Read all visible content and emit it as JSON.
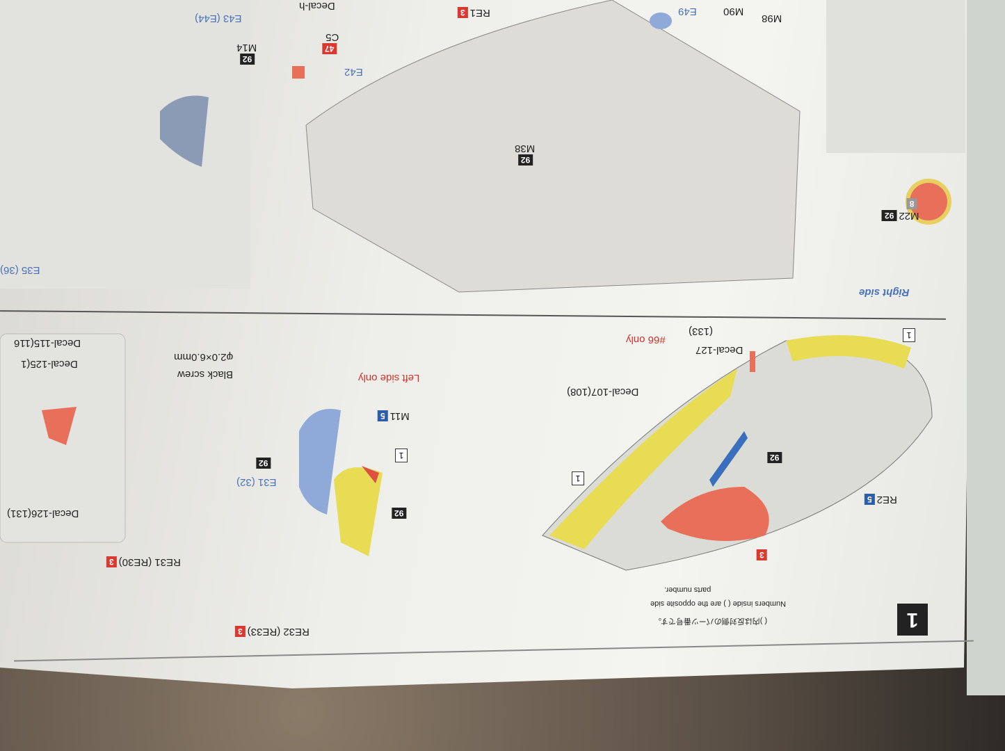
{
  "top_section": {
    "e43": "E43 (E44)",
    "m14": "M14",
    "m14_num": "92",
    "decal_h": "Decal-h",
    "c5": "C5",
    "c5_num": "47",
    "e42": "E42",
    "re1": "RE1",
    "re1_num": "3",
    "m98": "M98",
    "m90": "M90",
    "e49": "E49",
    "m38": "M38",
    "m38_num": "92",
    "m22": "M22",
    "m22_num": "92",
    "m22_sub": "8",
    "e35": "E35 (36)",
    "right_side": "Right side"
  },
  "step1": {
    "step_number": "1",
    "note_jp": "( )内は反対側のパーツ番号です。",
    "note_en1": "Numbers inside ( ) are the opposite side",
    "note_en2": "parts number.",
    "box1": "1",
    "only66": "#66 only",
    "decal127": "Decal-127",
    "decal127_alt": "(133)",
    "decal107": "Decal-107(108)",
    "num92_a": "92",
    "box1_b": "1",
    "re2": "RE2",
    "re2_num": "5",
    "num3": "3"
  },
  "step_left": {
    "black_screw": "Black screw",
    "screw_size": "φ2.0×6.0mm",
    "left_only": "Left side only",
    "m11": "M11",
    "m11_num": "5",
    "decal125": "Decal-125(1",
    "decal115": "Decal-115(116",
    "box1": "1",
    "e31": "E31 (32)",
    "e31_num": "92",
    "num92": "92",
    "decal126": "Decal-126(131)",
    "re31": "RE31 (RE30)",
    "re31_num": "3",
    "re32": "RE32 (RE33)",
    "re32_num": "3"
  },
  "colors": {
    "yellow": "#e8dc55",
    "red": "#e8705a",
    "blue": "#8fa9d8"
  }
}
